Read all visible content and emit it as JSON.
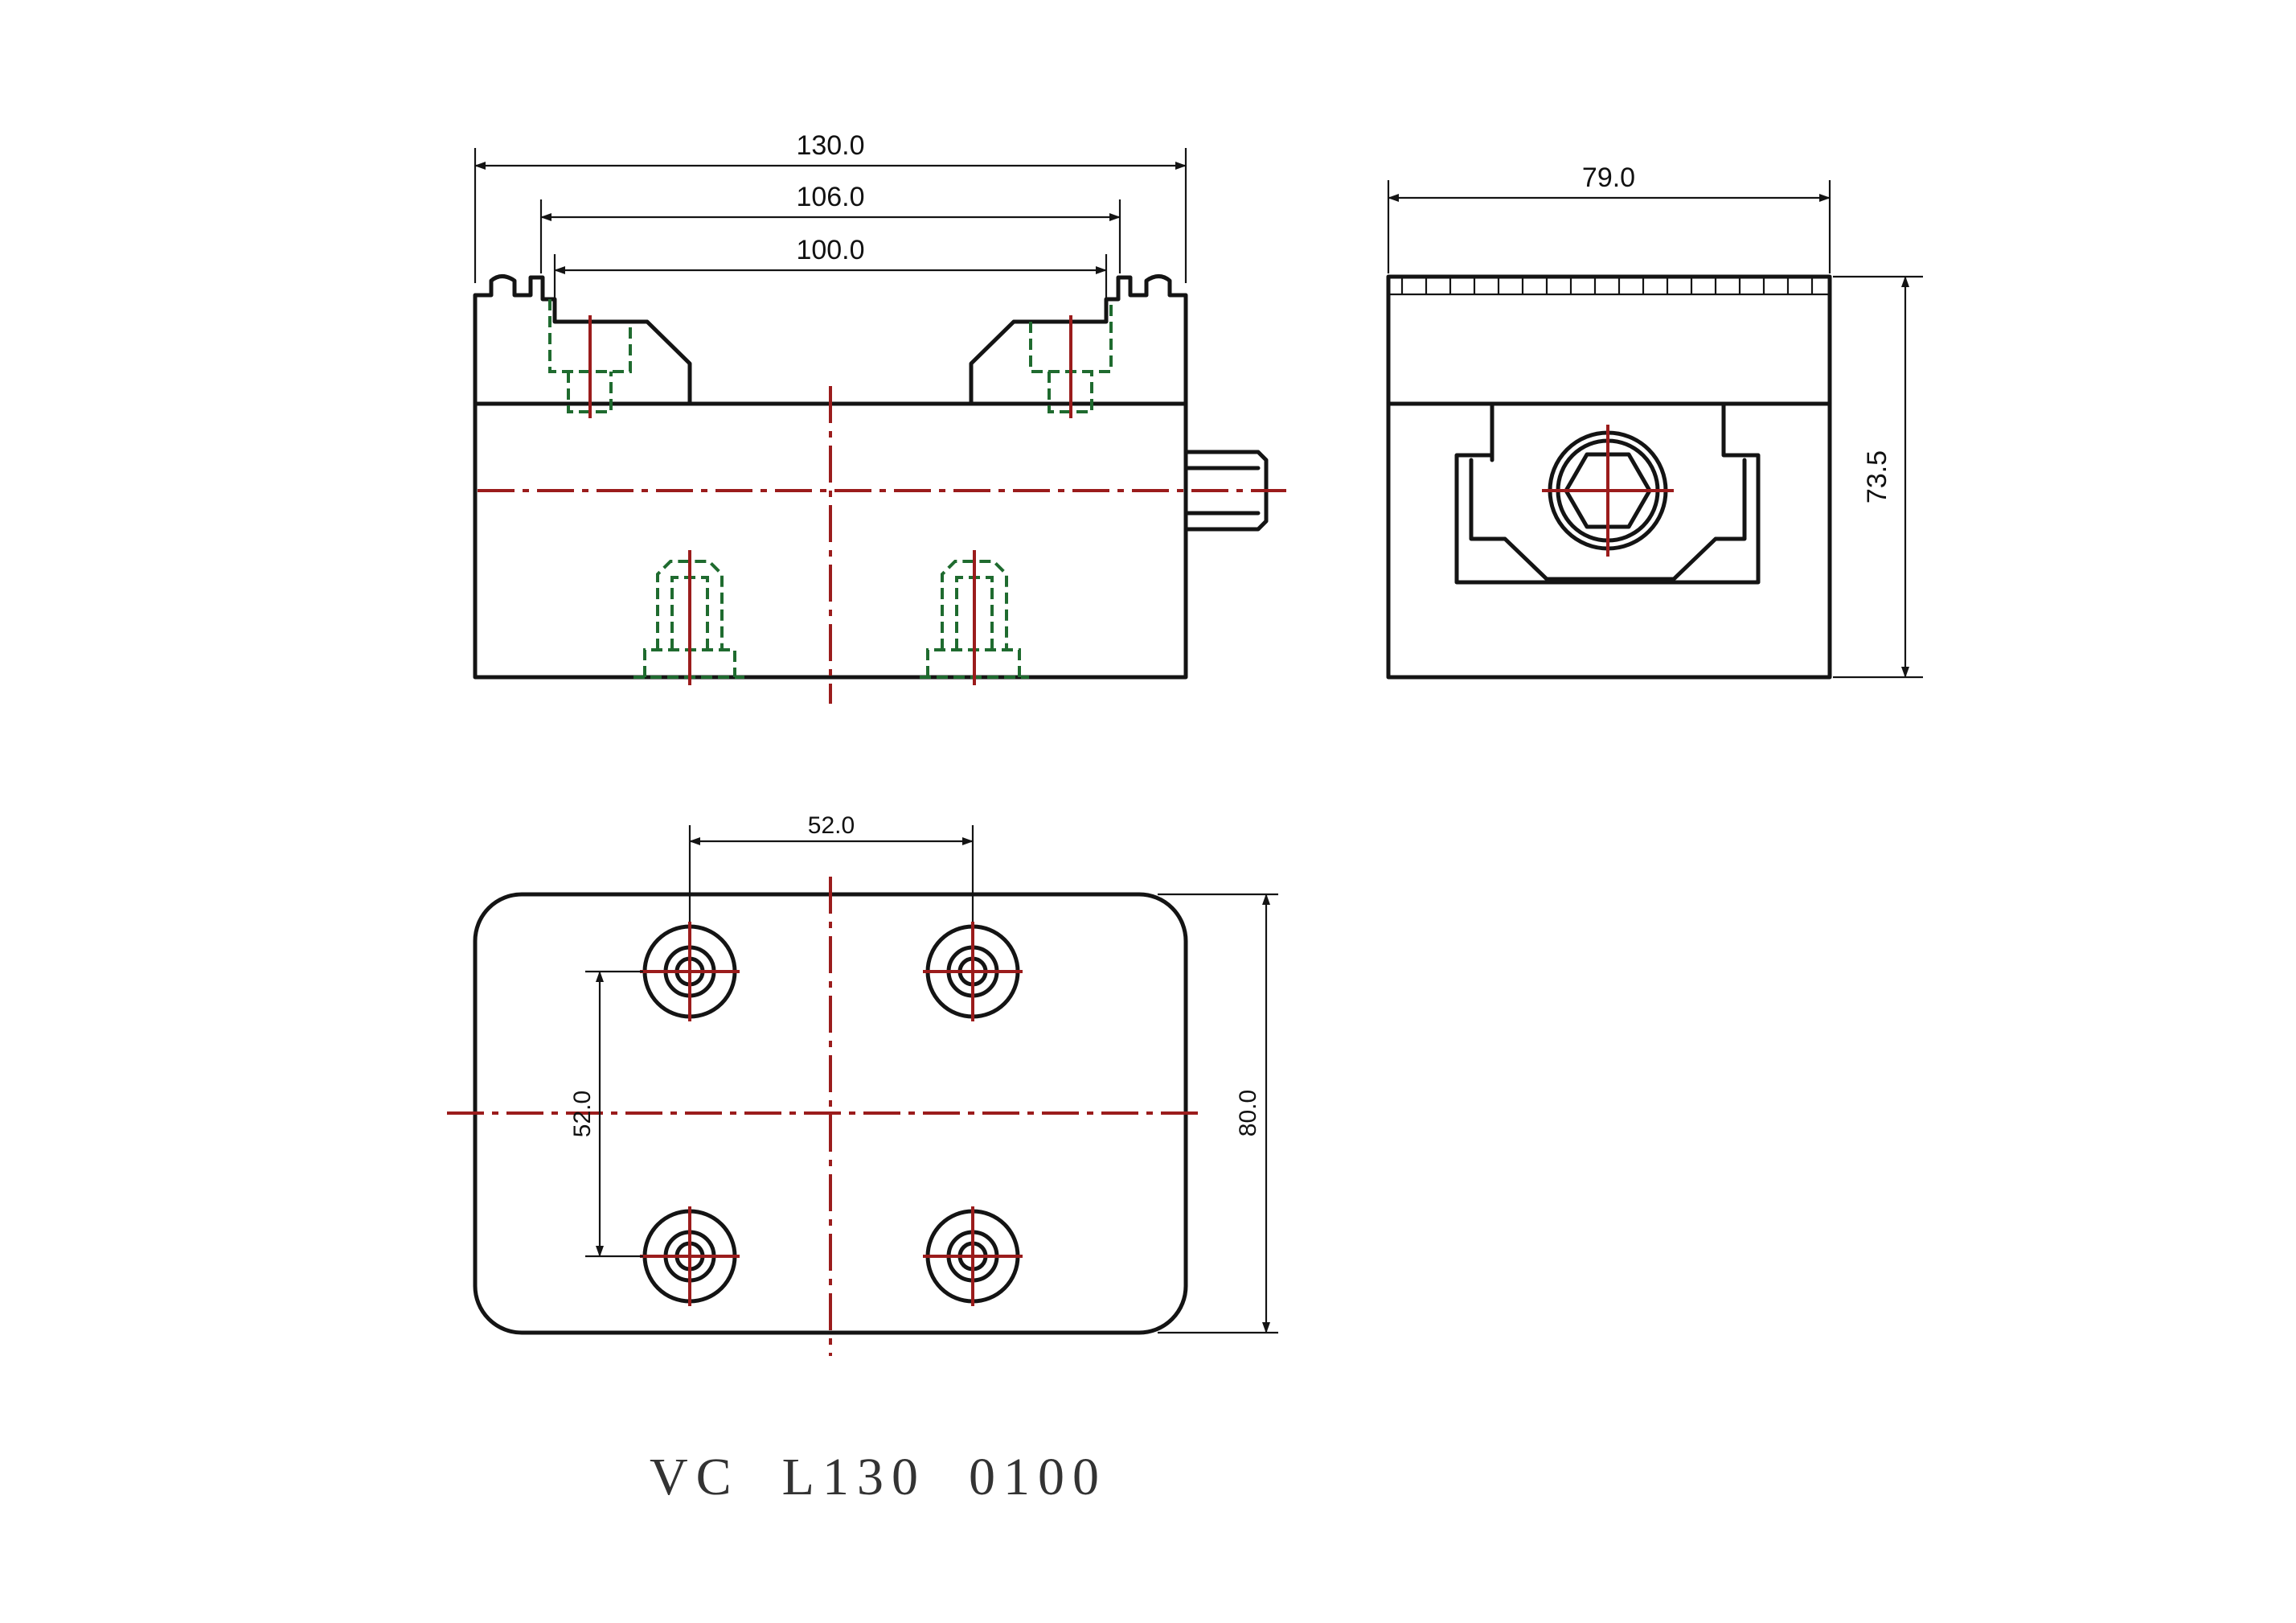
{
  "drawing": {
    "part_number": "VC  L130  0100",
    "front_view": {
      "overall_width": "130.0",
      "jaw_outer_span": "106.0",
      "jaw_inner_span": "100.0"
    },
    "side_view": {
      "width": "79.0",
      "height": "73.5"
    },
    "top_view": {
      "hole_spacing_x": "52.0",
      "hole_spacing_y": "52.0",
      "depth": "80.0"
    },
    "colors": {
      "outline": "#141414",
      "centerline": "#9b1c1c",
      "hidden_line": "#1f6b2f"
    }
  }
}
